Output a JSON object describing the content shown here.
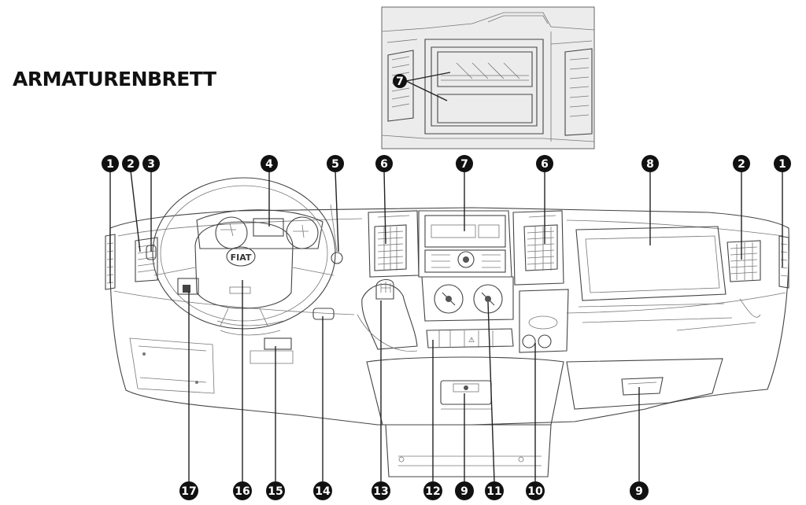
{
  "title": "ARMATURENBRETT",
  "steering_badge": "FIAT",
  "hazard_symbol": "⚠",
  "inset_callout": "7",
  "callouts": [
    {
      "n": "1",
      "name": "callout-1-left"
    },
    {
      "n": "2",
      "name": "callout-2-left"
    },
    {
      "n": "3",
      "name": "callout-3"
    },
    {
      "n": "4",
      "name": "callout-4"
    },
    {
      "n": "5",
      "name": "callout-5"
    },
    {
      "n": "6",
      "name": "callout-6-left"
    },
    {
      "n": "7",
      "name": "callout-7"
    },
    {
      "n": "6",
      "name": "callout-6-right"
    },
    {
      "n": "8",
      "name": "callout-8"
    },
    {
      "n": "2",
      "name": "callout-2-right"
    },
    {
      "n": "1",
      "name": "callout-1-right"
    },
    {
      "n": "17",
      "name": "callout-17"
    },
    {
      "n": "16",
      "name": "callout-16"
    },
    {
      "n": "15",
      "name": "callout-15"
    },
    {
      "n": "14",
      "name": "callout-14"
    },
    {
      "n": "13",
      "name": "callout-13"
    },
    {
      "n": "12",
      "name": "callout-12"
    },
    {
      "n": "9",
      "name": "callout-9-center"
    },
    {
      "n": "11",
      "name": "callout-11"
    },
    {
      "n": "10",
      "name": "callout-10"
    },
    {
      "n": "9",
      "name": "callout-9-right"
    }
  ]
}
